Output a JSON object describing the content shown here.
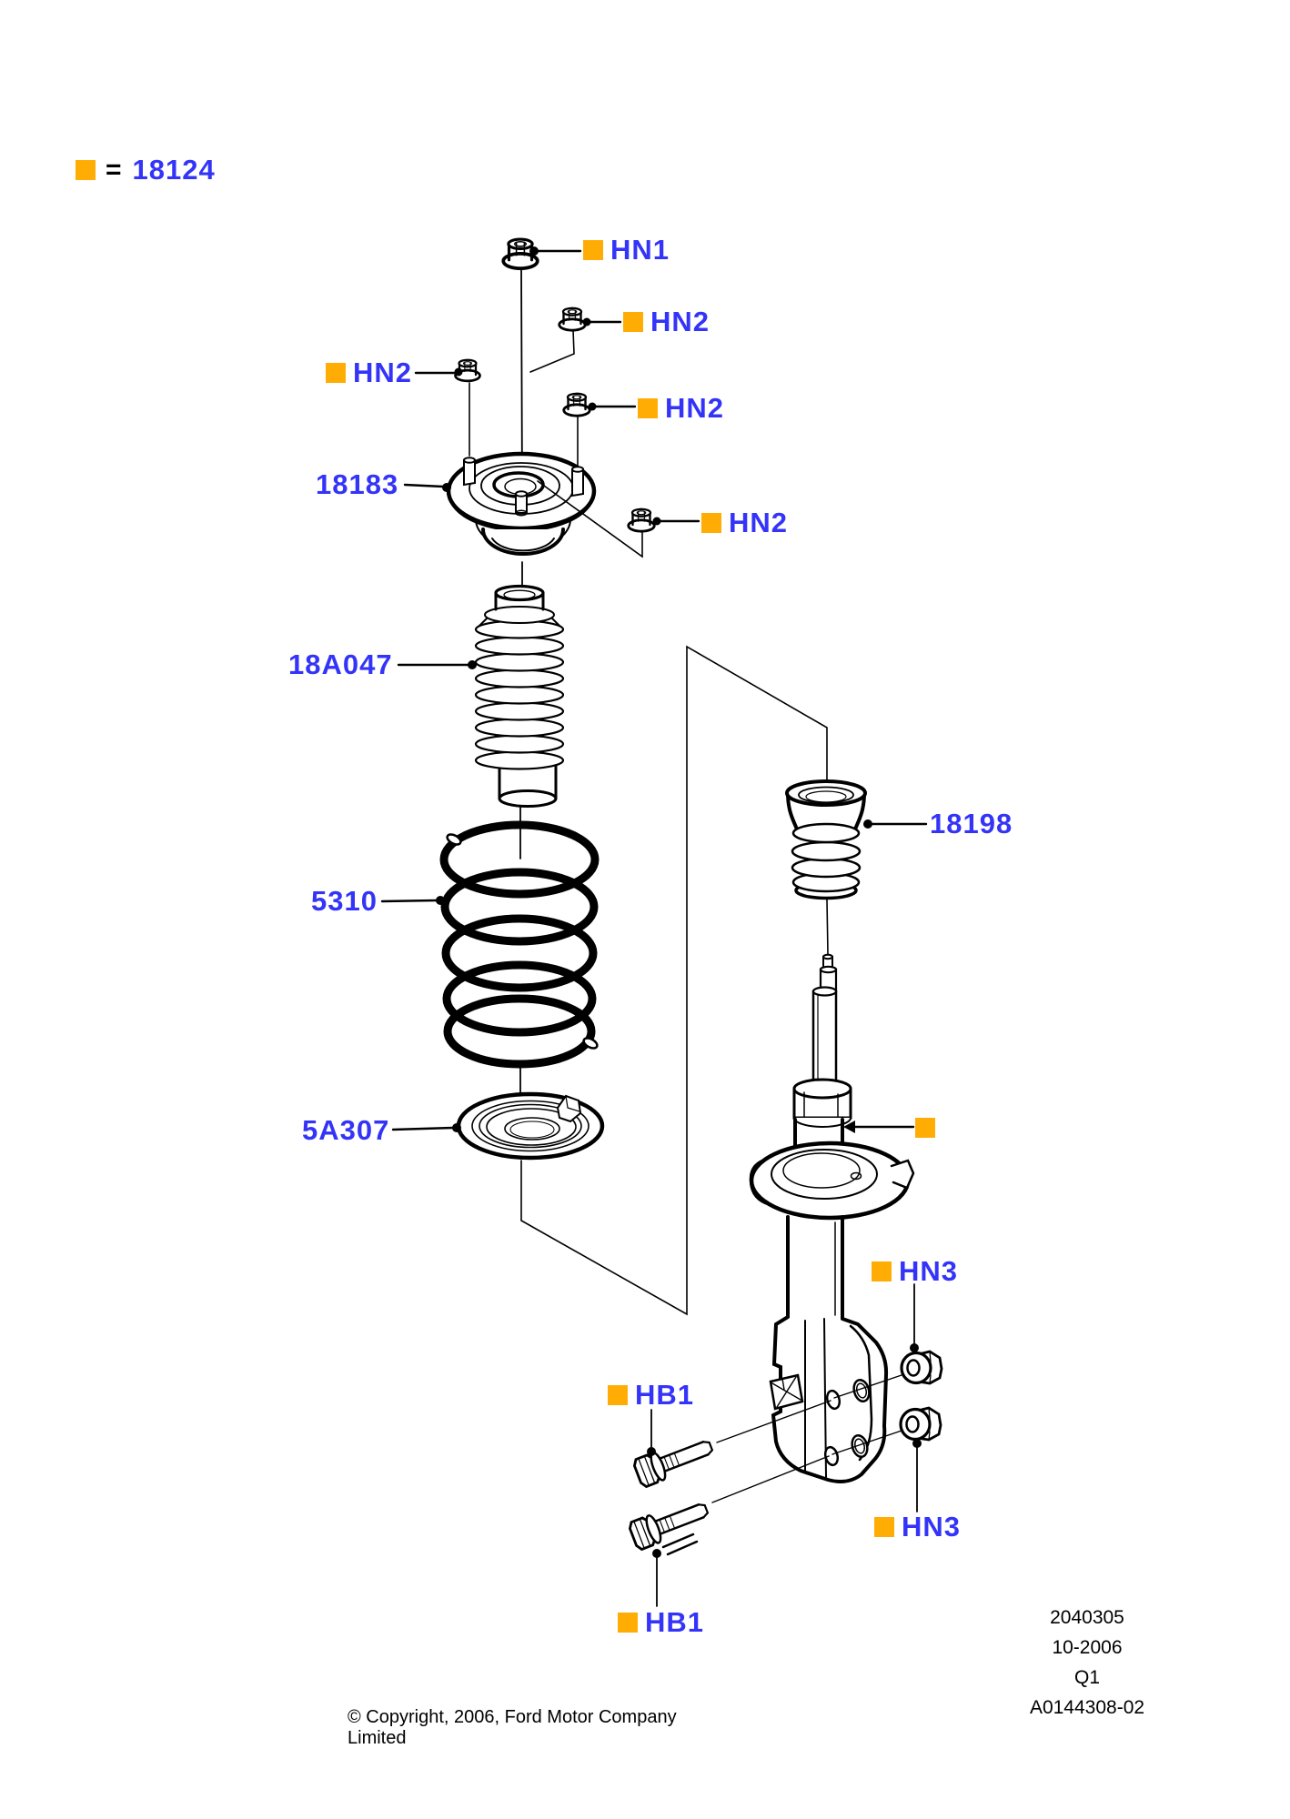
{
  "colors": {
    "marker_orange": "#FFAD05",
    "label_blue": "#3434F8",
    "line_black": "#000000",
    "background": "#FFFFFF"
  },
  "legend": {
    "symbol": "orange-square-marker",
    "equals_sign": "=",
    "part_number": "18124"
  },
  "part_labels": [
    {
      "id": "hn1",
      "text": "HN1"
    },
    {
      "id": "hn2-top",
      "text": "HN2"
    },
    {
      "id": "hn2-left",
      "text": "HN2"
    },
    {
      "id": "hn2-mid",
      "text": "HN2"
    },
    {
      "id": "hn2-bottom",
      "text": "HN2"
    },
    {
      "id": "18183",
      "text": "18183"
    },
    {
      "id": "18a047",
      "text": "18A047"
    },
    {
      "id": "18198",
      "text": "18198"
    },
    {
      "id": "5310",
      "text": "5310"
    },
    {
      "id": "5a307",
      "text": "5A307"
    },
    {
      "id": "hn3-upper",
      "text": "HN3"
    },
    {
      "id": "hb1-upper",
      "text": "HB1"
    },
    {
      "id": "hn3-lower",
      "text": "HN3"
    },
    {
      "id": "hb1-lower",
      "text": "HB1"
    }
  ],
  "footer": {
    "copyright": "© Copyright, 2006, Ford Motor Company Limited"
  },
  "revision_block": {
    "lines": [
      "2040305",
      "10-2006",
      "Q1",
      "A0144308-02"
    ]
  }
}
